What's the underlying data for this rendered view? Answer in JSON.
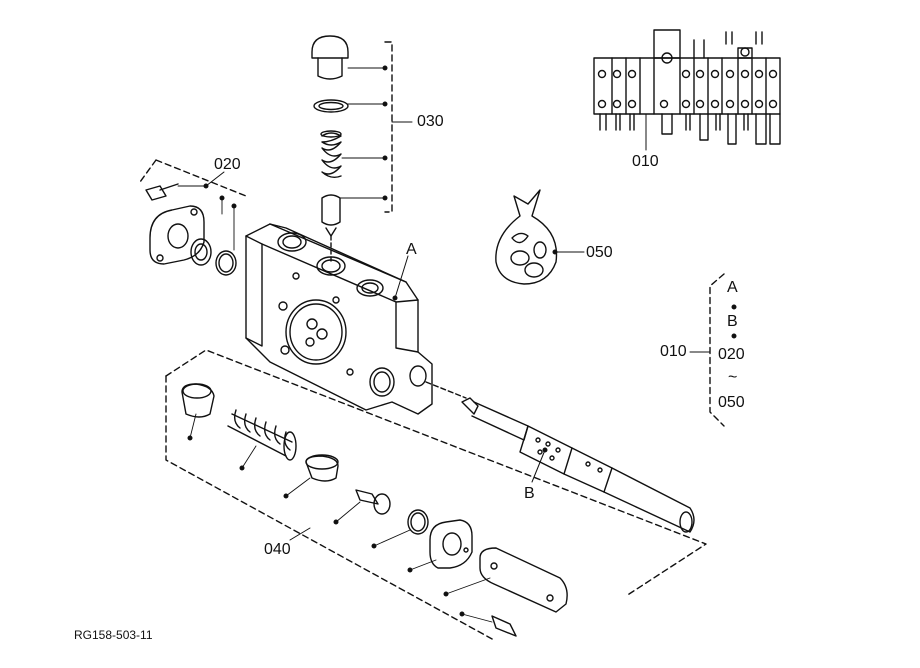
{
  "labels": {
    "callout_030": "030",
    "callout_020": "020",
    "callout_010_top": "010",
    "callout_050": "050",
    "callout_A": "A",
    "callout_B": "B",
    "callout_040": "040",
    "legend_010": "010",
    "legend_A": "A",
    "legend_B": "B",
    "legend_020": "020",
    "legend_tilde": "~",
    "legend_050": "050",
    "drawing_number": "RG158-503-11"
  },
  "colors": {
    "ink": "#111111",
    "paper": "#ffffff"
  }
}
